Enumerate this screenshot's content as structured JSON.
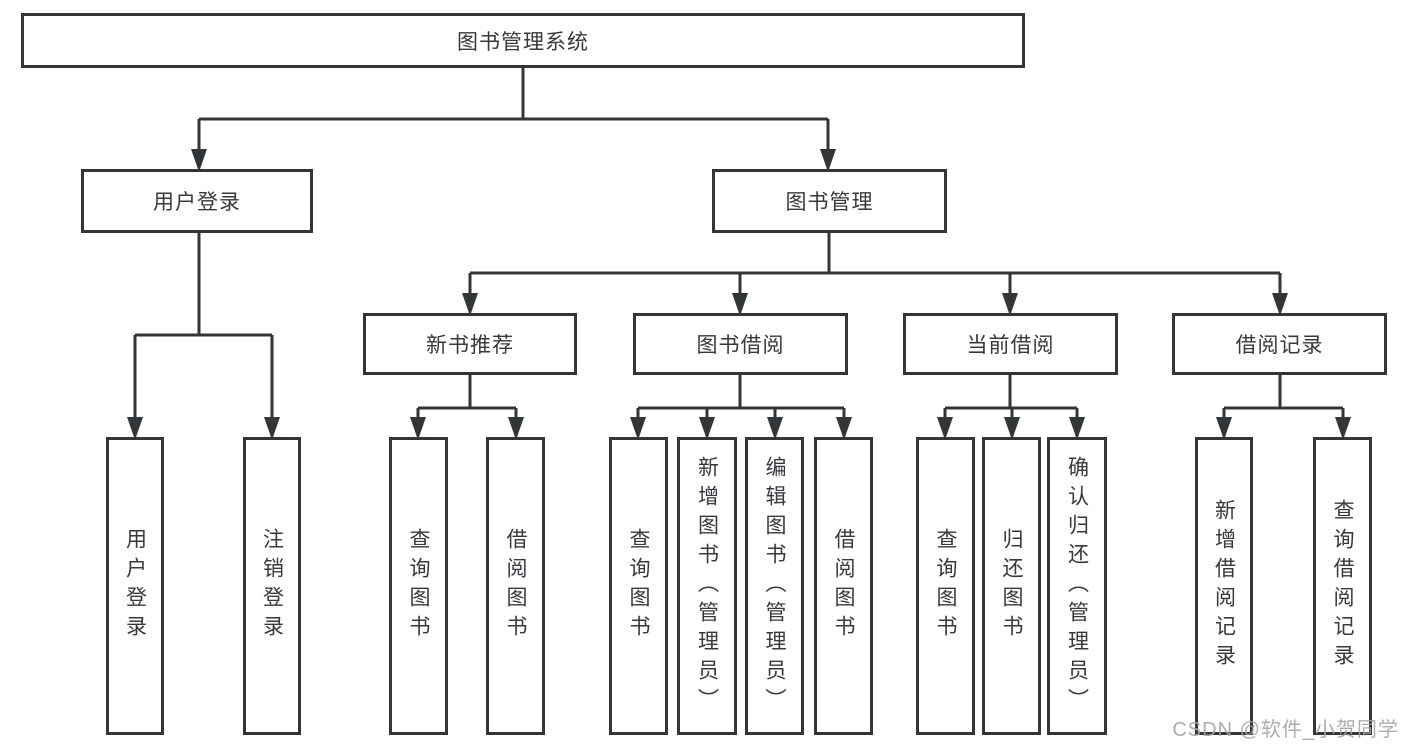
{
  "tree": {
    "label": "图书管理系统",
    "children": [
      {
        "label": "用户登录",
        "children": [
          {
            "label": "用户登录"
          },
          {
            "label": "注销登录"
          }
        ]
      },
      {
        "label": "图书管理",
        "children": [
          {
            "label": "新书推荐",
            "children": [
              {
                "label": "查询图书"
              },
              {
                "label": "借阅图书"
              }
            ]
          },
          {
            "label": "图书借阅",
            "children": [
              {
                "label": "查询图书"
              },
              {
                "label": "新增图书（管理员）"
              },
              {
                "label": "编辑图书（管理员）"
              },
              {
                "label": "借阅图书"
              }
            ]
          },
          {
            "label": "当前借阅",
            "children": [
              {
                "label": "查询图书"
              },
              {
                "label": "归还图书"
              },
              {
                "label": "确认归还（管理员）"
              }
            ]
          },
          {
            "label": "借阅记录",
            "children": [
              {
                "label": "新增借阅记录"
              },
              {
                "label": "查询借阅记录"
              }
            ]
          }
        ]
      }
    ]
  },
  "watermark": {
    "text": "CSDN @软件_小贺同学"
  },
  "colors": {
    "line": "#333638",
    "box_border": "#333638",
    "text": "#36393d",
    "watermark": "#a4a4a4",
    "background": "#ffffff"
  }
}
